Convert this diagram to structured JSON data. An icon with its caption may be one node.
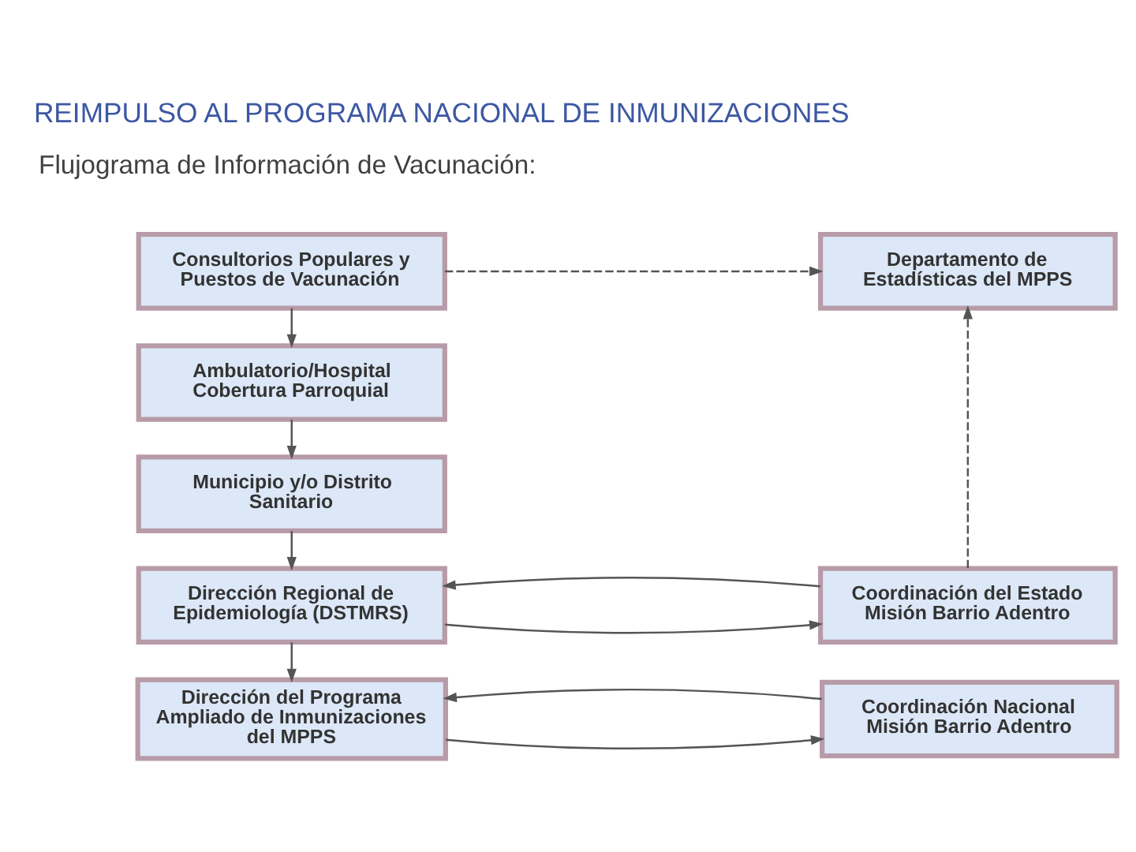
{
  "diagram": {
    "title": "REIMPULSO AL PROGRAMA NACIONAL DE INMUNIZACIONES",
    "nodes": [
      {
        "text": [
          "Consultorios Populares y Puestos de Vacunación"
        ]
      },
      {
        "text": [
          "Ambulatorio/Hospital Cobertura Parroquial"
        ]
      },
      {
        "text": [
          "Municipio y/o Distrito Sanitario"
        ]
      },
      {
        "text": [
          "Dirección Regional de Epidemiología (DSTMRS)"
        ]
      },
      {
        "text": [
          "Dirección del Programa Ampliado de Inmunizaciones del MPPS"
        ]
      },
      {
        "text": [
          "Departamento de Estadísticas del MPPS"
        ]
      },
      {
        "text": [
          "Coordinación del Estado Misión Barrio Adentro"
        ]
      },
      {
        "text": [
          "Coordinación Nacional Misión Barrio Adentro"
        ]
      }
    ],
    "edges": [
      {
        "from": 0,
        "to": 1,
        "arrow": "to"
      },
      {
        "from": 1,
        "to": 2,
        "arrow": "to"
      },
      {
        "from": 2,
        "to": 3,
        "arrow": "to"
      },
      {
        "from": 3,
        "to": 4,
        "arrow": "to"
      },
      {
        "from": 0,
        "to": 5,
        "arrow": "to",
        "style": "dashed"
      },
      {
        "from": 6,
        "to": 5,
        "arrow": "to",
        "style": "dashed"
      },
      {
        "from": 3,
        "to": 6,
        "arrow": "to"
      },
      {
        "from": 6,
        "to": 3,
        "arrow": "to"
      },
      {
        "from": 4,
        "to": 7,
        "arrow": "to"
      },
      {
        "from": 7,
        "to": 4,
        "arrow": "to"
      }
    ],
    "labels": [
      "Flujograma de Información de Vacunación:"
    ]
  }
}
